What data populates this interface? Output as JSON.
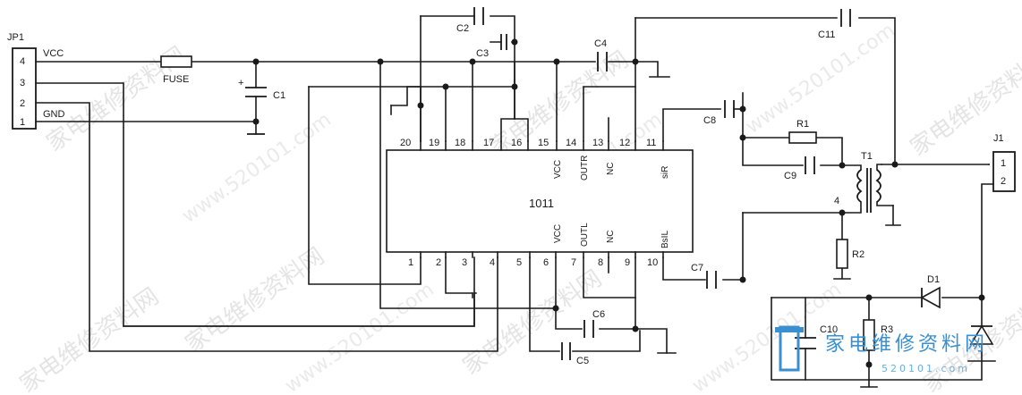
{
  "connector_jp1": {
    "name": "JP1",
    "pins": [
      "4",
      "3",
      "2",
      "1"
    ],
    "net_labels": [
      "VCC",
      "GND"
    ]
  },
  "fuse": "FUSE",
  "connector_j1": {
    "name": "J1",
    "pins": [
      "1",
      "2"
    ]
  },
  "ic": {
    "name": "1011",
    "top_pins": [
      "20",
      "19",
      "18",
      "17",
      "16",
      "15",
      "14",
      "13",
      "12",
      "11"
    ],
    "bottom_pins": [
      "1",
      "2",
      "3",
      "4",
      "5",
      "6",
      "7",
      "8",
      "9",
      "10"
    ],
    "top_inner_labels": [
      "VCC",
      "OUTR",
      "NC",
      "siR"
    ],
    "bottom_inner_labels": [
      "VCC",
      "OUTL",
      "NC",
      "BsIL"
    ]
  },
  "capacitors": [
    "C1",
    "C2",
    "C3",
    "C4",
    "C5",
    "C6",
    "C7",
    "C8",
    "C9",
    "C10",
    "C11"
  ],
  "resistors": [
    "R1",
    "R2",
    "R3"
  ],
  "transformer": "T1",
  "diode": "D1",
  "transformer_tap": "4",
  "watermarks": [
    "家电维修资料网",
    "www.520101.com"
  ],
  "logo": {
    "text": "家电维修资料网",
    "number": "520101.com"
  }
}
